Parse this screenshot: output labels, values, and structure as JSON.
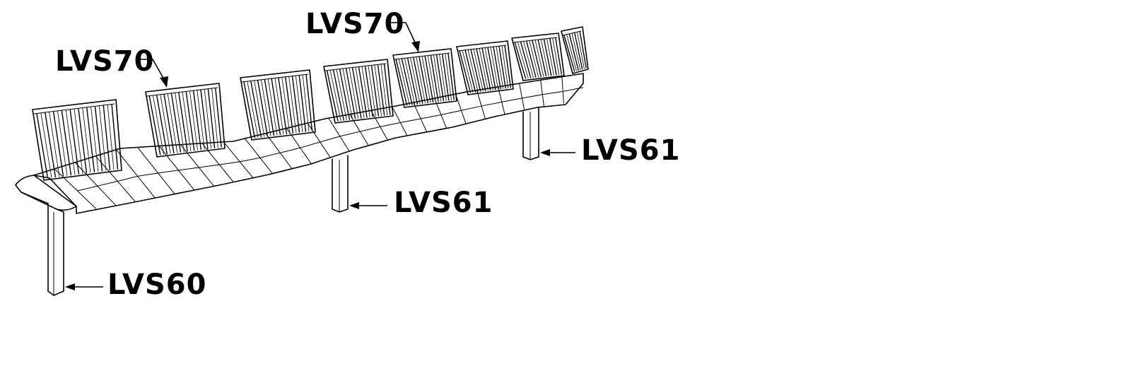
{
  "diagram": {
    "callouts": [
      {
        "id": "seat-back-1",
        "label": "LVS70"
      },
      {
        "id": "seat-back-2",
        "label": "LVS70"
      },
      {
        "id": "intermediate-leg-1",
        "label": "LVS61"
      },
      {
        "id": "intermediate-leg-2",
        "label": "LVS61"
      },
      {
        "id": "end-leg",
        "label": "LVS60"
      }
    ],
    "colors": {
      "line": "#000000",
      "background": "#ffffff"
    }
  }
}
